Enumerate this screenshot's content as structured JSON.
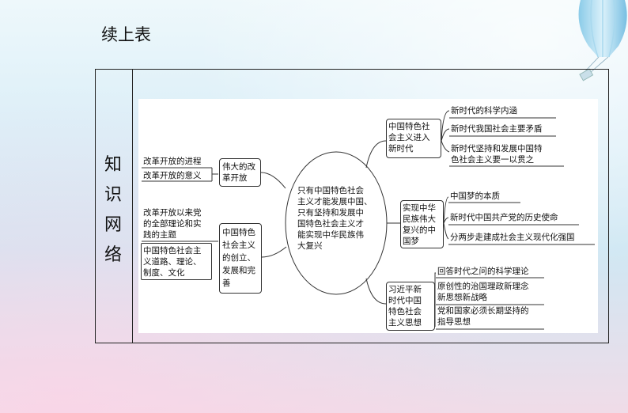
{
  "header": {
    "title": "续上表"
  },
  "side": {
    "chars": [
      "知",
      "识",
      "网",
      "络"
    ]
  },
  "map": {
    "center": "只有中国特色社会\n主义才能发展中国、\n只有坚持和发展中\n国特色社会主义才\n能实现中华民族伟\n大复兴",
    "left_branches": [
      {
        "label": "伟大的改\n革开放",
        "leaves": [
          "改革开放的进程",
          "改革开放的意义"
        ]
      },
      {
        "label": "中国特色\n社会主义\n的创立、\n发展和完\n善",
        "leaves": [
          "改革开放以来党\n的全部理论和实\n践的主题",
          "中国特色社会主\n义道路、理论、\n制度、文化"
        ]
      }
    ],
    "right_branches": [
      {
        "label": "中国特色社\n会主义进入\n新时代",
        "leaves": [
          "新时代的科学内涵",
          "新时代我国社会主要矛盾",
          "新时代坚持和发展中国特\n色社会主义要一以贯之"
        ]
      },
      {
        "label": "实现中华\n民族伟大\n复兴的中\n国梦",
        "leaves": [
          "中国梦的本质",
          "新时代中国共产党的历史使命",
          "分两步走建成社会主义现代化强国"
        ]
      },
      {
        "label": "习近平新\n时代中国\n特色社会\n主义思想",
        "leaves": [
          "回答时代之问的科学理论",
          "原创性的治国理政新理念\n新思想新战略",
          "党和国家必须长期坚持的\n指导思想"
        ]
      }
    ]
  }
}
